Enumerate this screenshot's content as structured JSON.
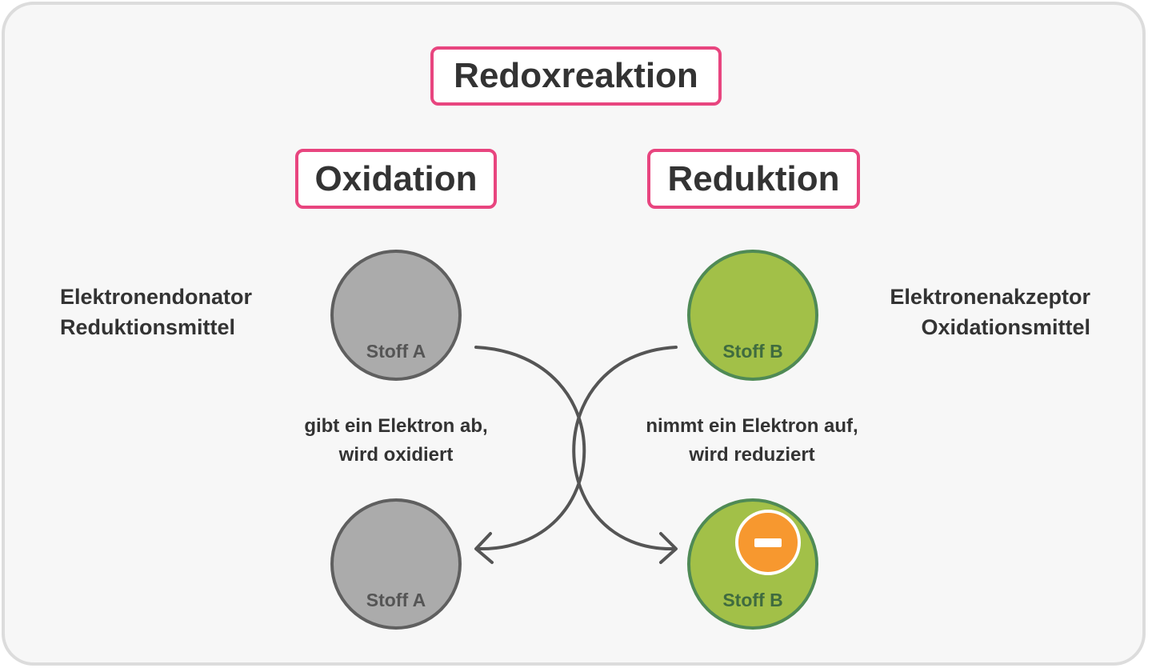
{
  "title": "Redoxreaktion",
  "oxidation": {
    "heading": "Oxidation",
    "side_lines": [
      "Elektronendonator",
      "Reduktionsmittel"
    ],
    "description_lines": [
      "gibt ein Elektron ab,",
      "wird oxidiert"
    ],
    "substance_top": "Stoff A",
    "substance_bottom": "Stoff A"
  },
  "reduction": {
    "heading": "Reduktion",
    "side_lines": [
      "Elektronenakzeptor",
      "Oxidationsmittel"
    ],
    "description_lines": [
      "nimmt ein Elektron auf,",
      "wird reduziert"
    ],
    "substance_top": "Stoff B",
    "substance_bottom": "Stoff B"
  },
  "colors": {
    "box_border": "#e8457f",
    "substance_a_fill": "#ababab",
    "substance_a_stroke": "#5f5f5f",
    "substance_b_fill": "#a2c048",
    "substance_b_stroke": "#4f8a55",
    "electron_fill": "#f7982f",
    "arrow": "#555555"
  },
  "icons": {
    "electron": "minus-charge-icon",
    "arrow": "curved-arrow-icon"
  }
}
